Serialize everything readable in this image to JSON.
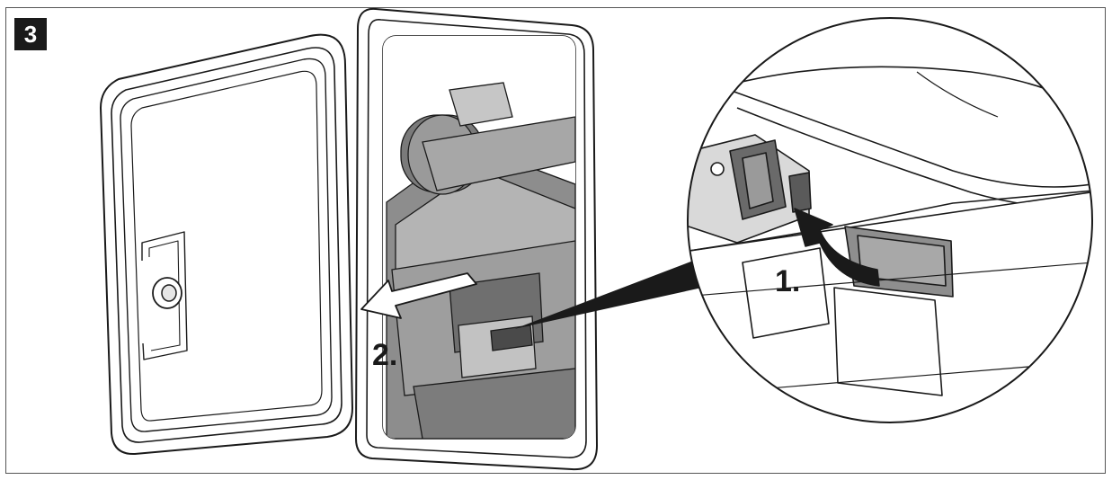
{
  "figure": {
    "step_number": "3",
    "step_labels": {
      "first": "1.",
      "second": "2."
    }
  }
}
